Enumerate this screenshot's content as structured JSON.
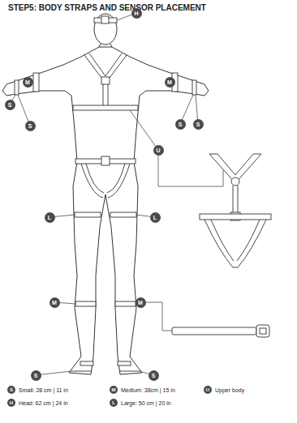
{
  "diagram": {
    "title": "STEP5: BODY STRAPS AND SENSOR PLACEMENT",
    "nodes": [
      {
        "text": [
          "H"
        ]
      },
      {
        "text": [
          "M"
        ]
      },
      {
        "text": [
          "M"
        ]
      },
      {
        "text": [
          "S"
        ]
      },
      {
        "text": [
          "S"
        ]
      },
      {
        "text": [
          "S"
        ]
      },
      {
        "text": [
          "S"
        ]
      },
      {
        "text": [
          "U"
        ]
      },
      {
        "text": [
          "L"
        ]
      },
      {
        "text": [
          "L"
        ]
      },
      {
        "text": [
          "M"
        ]
      },
      {
        "text": [
          "M"
        ]
      },
      {
        "text": [
          "S"
        ]
      },
      {
        "text": [
          "S"
        ]
      }
    ],
    "labels": [
      "S",
      "M",
      "U",
      "H",
      "L"
    ],
    "legend": [
      {
        "text": "Small: 28 cm | 11 in"
      },
      {
        "text": "Medium: 38cm | 15 in"
      },
      {
        "text": "Upper body"
      },
      {
        "text": "Head: 62 cm | 24 in"
      },
      {
        "text": "Large: 50 cm | 20 in"
      }
    ]
  }
}
